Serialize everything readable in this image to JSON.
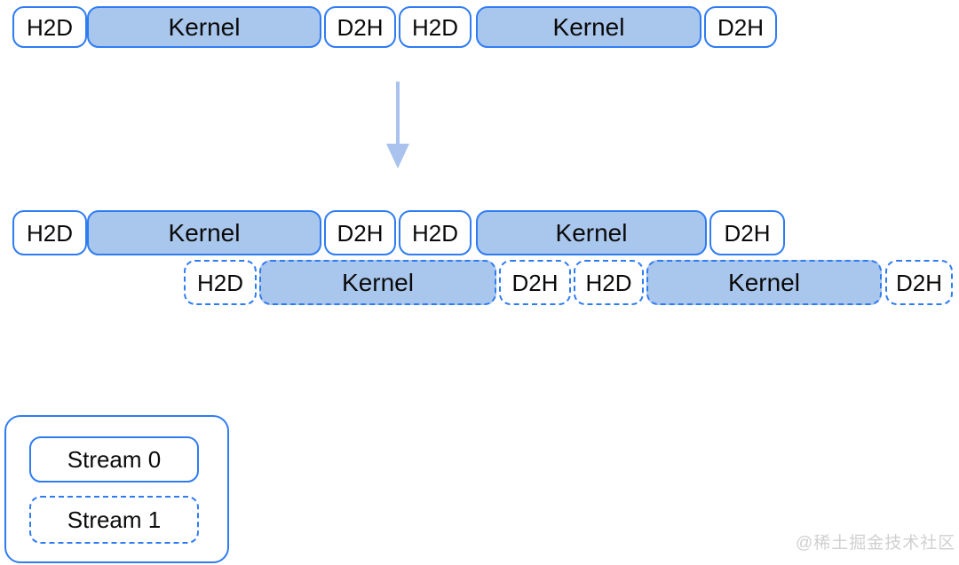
{
  "diagram": {
    "sequential": {
      "blocks": [
        "H2D",
        "Kernel",
        "D2H",
        "H2D",
        "Kernel",
        "D2H"
      ]
    },
    "overlapped": {
      "stream0": [
        "H2D",
        "Kernel",
        "D2H",
        "H2D",
        "Kernel",
        "D2H"
      ],
      "stream1": [
        "H2D",
        "Kernel",
        "D2H",
        "H2D",
        "Kernel",
        "D2H"
      ]
    },
    "legend": {
      "stream0": "Stream 0",
      "stream1": "Stream 1"
    },
    "watermark": "@稀土掘金技术社区",
    "colors": {
      "border_blue": "#2f7cf2",
      "fill_blue": "#a9c6ec",
      "arrow_blue": "#a9c3ee",
      "text_black": "#0a0a0a",
      "watermark_gray": "#d0d0d0"
    }
  }
}
